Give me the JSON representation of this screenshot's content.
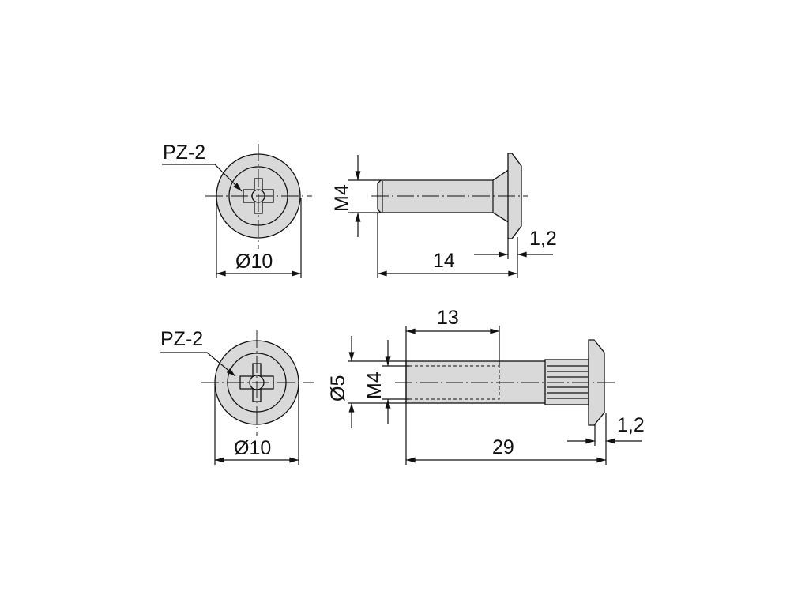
{
  "drawing": {
    "top": {
      "drive_label": "PZ-2",
      "head_diameter": "Ø10",
      "thread": "M4",
      "length": "14",
      "head_thickness": "1,2"
    },
    "bottom": {
      "drive_label": "PZ-2",
      "head_diameter": "Ø10",
      "outer_diameter": "Ø5",
      "thread": "M4",
      "thread_depth": "13",
      "length": "29",
      "head_thickness": "1,2"
    },
    "colors": {
      "part_fill": "#d9d9d9",
      "line": "#111111"
    }
  }
}
